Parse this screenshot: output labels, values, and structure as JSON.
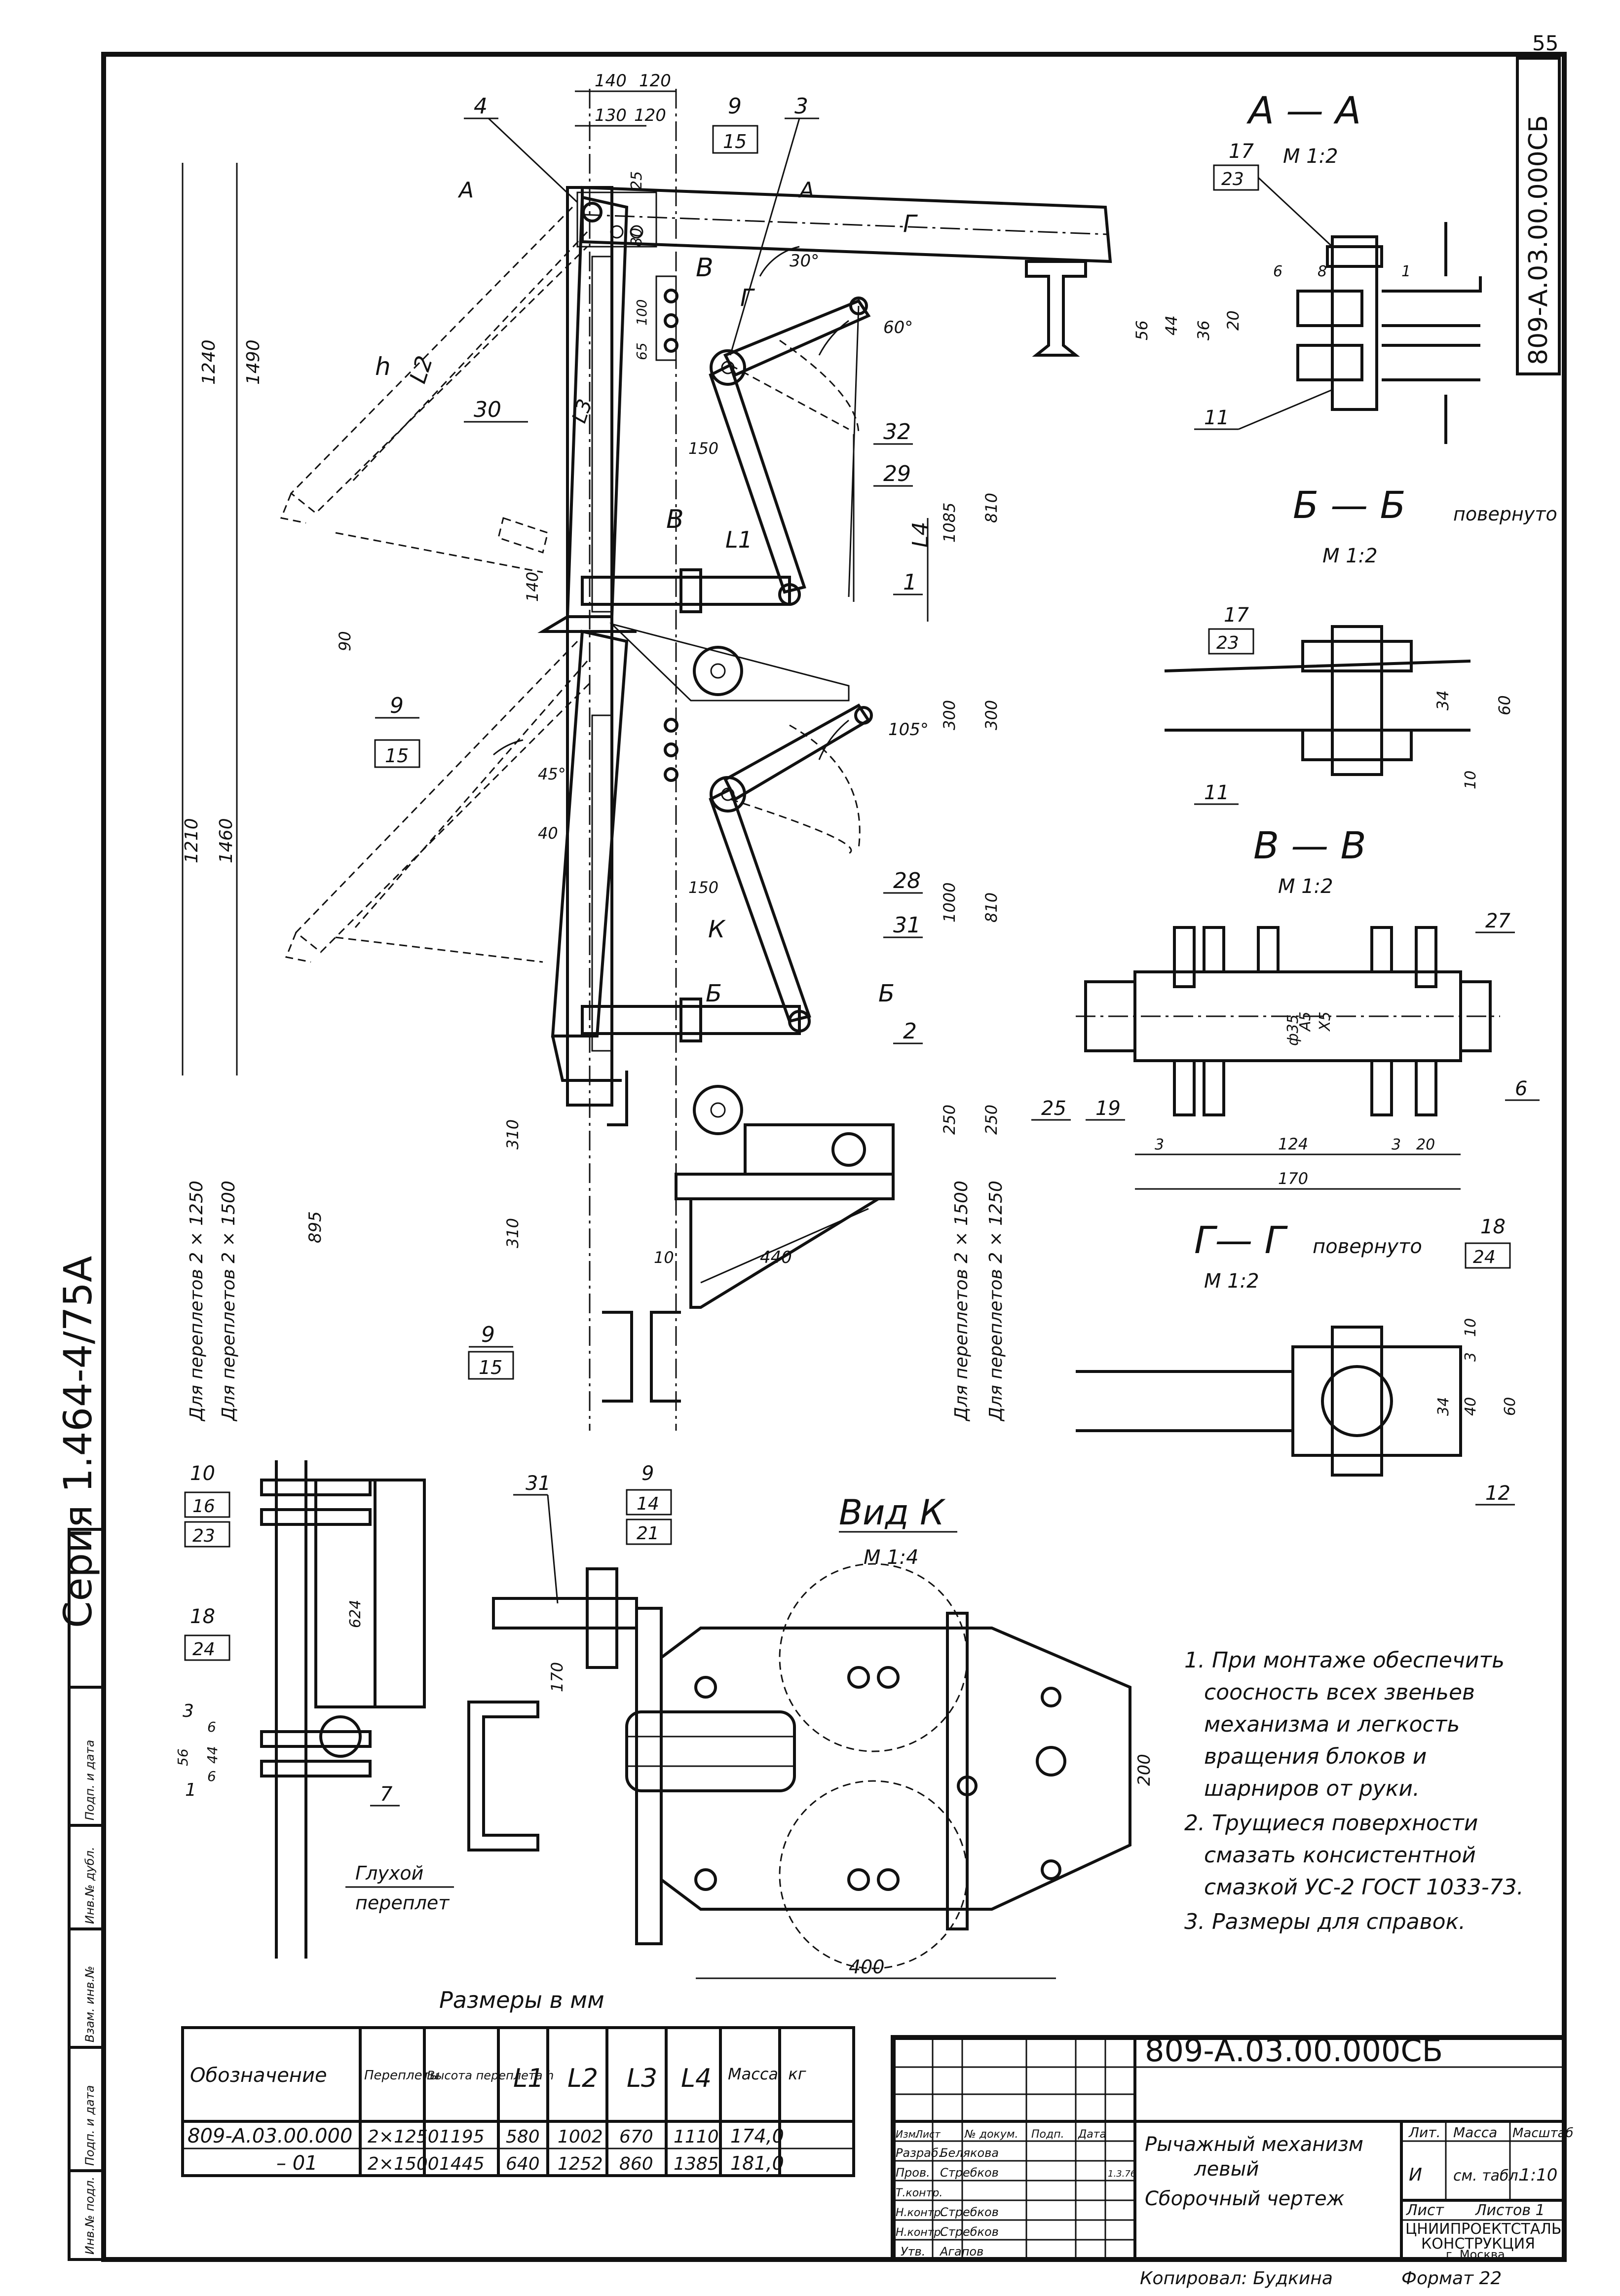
{
  "page_number": "55",
  "stamp_code": "809-А.03.00.000СБ",
  "series": "Серия 1.464-4/75А",
  "sections": {
    "aa": {
      "title": "А — А",
      "scale": "М 1:2"
    },
    "bb": {
      "title": "Б — Б",
      "suffix": "повернуто",
      "scale": "М 1:2"
    },
    "vv": {
      "title": "В — В",
      "scale": "М 1:2"
    },
    "gg": {
      "title": "Г— Г",
      "suffix": "повернуто",
      "scale": "М 1:2"
    },
    "vid_k": {
      "title": "Вид К",
      "scale": "М 1:4"
    }
  },
  "callouts": {
    "main": [
      "4",
      "9",
      "15",
      "3",
      "30",
      "32",
      "29",
      "1",
      "9",
      "15",
      "28",
      "31",
      "2",
      "9",
      "15"
    ],
    "aa": [
      "17",
      "23",
      "11"
    ],
    "bb": [
      "17",
      "23",
      "11"
    ],
    "vv": [
      "27",
      "25",
      "19",
      "6"
    ],
    "gg": [
      "18",
      "24",
      "12"
    ],
    "detail": [
      "10",
      "16",
      "23",
      "18",
      "24",
      "3",
      "1",
      "7",
      "31",
      "9",
      "14",
      "21"
    ]
  },
  "dims": {
    "top": [
      "140",
      "120",
      "130",
      "120",
      "25",
      "80"
    ],
    "left": [
      "1240",
      "1490",
      "140",
      "90",
      "1210",
      "1460",
      "310",
      "310",
      "895"
    ],
    "right": [
      "1085",
      "810",
      "300",
      "300",
      "1000",
      "810",
      "250",
      "250"
    ],
    "misc": [
      "100",
      "65",
      "150",
      "150",
      "40",
      "10",
      "440",
      "30°",
      "60°",
      "105°",
      "45°"
    ],
    "aa": [
      "6",
      "8",
      "1",
      "56",
      "44",
      "36",
      "20"
    ],
    "bb": [
      "34",
      "60",
      "10"
    ],
    "vv": [
      "A5",
      "X5",
      "ф35",
      "3",
      "124",
      "3",
      "20",
      "170"
    ],
    "gg": [
      "10",
      "3",
      "34",
      "40",
      "60"
    ],
    "detail": [
      "624",
      "56",
      "44",
      "6",
      "6",
      "170",
      "200",
      "400"
    ]
  },
  "labels": {
    "L1": "L1",
    "L2": "L2",
    "L3": "L3",
    "L4": "L4",
    "h": "h",
    "A": "А",
    "B": "В",
    "G": "Г",
    "B2": "Б",
    "K": "К",
    "pereplet_2x1250_left": "Для переплетов 2 × 1250",
    "pereplet_2x1500_left": "Для переплетов 2 × 1500",
    "pereplet_2x1500_right": "Для переплетов 2 × 1500",
    "pereplet_2x1250_right": "Для переплетов 2 × 1250",
    "glukhoy": "Глухой",
    "pereplet": "переплет"
  },
  "notes": [
    "1. При монтаже обеспечить",
    "соосность всех звеньев",
    "механизма и легкость",
    "вращения блоков и",
    "шарниров от руки.",
    "2. Трущиеся поверхности",
    "смазать консистентной",
    "смазкой УС-2 ГОСТ 1033-73.",
    "3. Размеры для справок."
  ],
  "table": {
    "caption": "Размеры в мм",
    "headers": [
      "Обозначение",
      "Переплеты",
      "Высота переплета h",
      "L1",
      "L2",
      "L3",
      "L4",
      "Масса, кг"
    ],
    "rows": [
      [
        "809-А.03.00.000",
        "2×1250",
        "1195",
        "580",
        "1002",
        "670",
        "1110",
        "174,0"
      ],
      [
        "– 01",
        "2×1500",
        "1445",
        "640",
        "1252",
        "860",
        "1385",
        "181,0"
      ]
    ]
  },
  "title_block": {
    "code": "809-А.03.00.000СБ",
    "name1": "Рычажный механизм",
    "name2": "левый",
    "name3": "Сборочный чертеж",
    "lit_header": "Лит.",
    "mass_header": "Масса",
    "scale_header": "Масштаб",
    "lit": "И",
    "mass": "см. табл.",
    "scale": "1:10",
    "sheet": "Лист",
    "sheets": "Листов 1",
    "org1": "ЦНИИПРОЕКТСТАЛЬ-",
    "org2": "КОНСТРУКЦИЯ",
    "org3": "г. Москва",
    "rows": [
      [
        "Изм.",
        "Лист",
        "№ докум.",
        "Подп.",
        "Дата"
      ],
      [
        "Разраб.",
        "Белякова",
        "",
        "",
        ""
      ],
      [
        "Пров.",
        "Стребков",
        "",
        "",
        "1.3.76"
      ],
      [
        "Т.контр.",
        "",
        "",
        "",
        ""
      ],
      [
        "Н.контр.",
        "Стребков",
        "",
        "",
        ""
      ],
      [
        "Н.контр.",
        "Стребков",
        "",
        "",
        ""
      ],
      [
        "Утв.",
        "Агапов",
        "",
        "",
        ""
      ]
    ],
    "copied": "Копировал: Будкина",
    "format": "Формат 22"
  },
  "side_strip": [
    "Инв.№ подл.",
    "Подп. и дата",
    "Взам. инв.№",
    "Инв.№ дубл.",
    "Подп. и дата"
  ]
}
